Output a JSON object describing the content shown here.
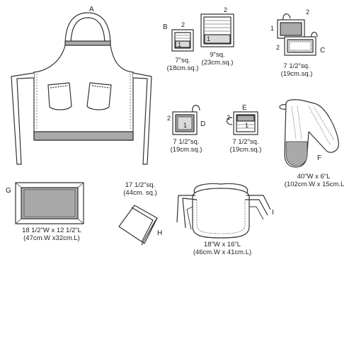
{
  "items": {
    "A": {
      "letter": "A"
    },
    "B": {
      "letter": "B",
      "piece_top": "2",
      "piece_mid": "1",
      "size_1": "7\"sq.",
      "size_2": "(18cm.sq.)"
    },
    "B2": {
      "piece_top": "2",
      "piece_mid": "1",
      "size_1": "9\"sq.",
      "size_2": "(23cm.sq.)"
    },
    "C": {
      "letter": "C",
      "piece_a": "2",
      "piece_b": "1",
      "piece_c": "2",
      "size_1": "7  1/2\"sq.",
      "size_2": "(19cm.sq.)"
    },
    "D": {
      "letter": "D",
      "piece_a": "2",
      "piece_b": "1",
      "size_1": "7  1/2\"sq.",
      "size_2": "(19cm.sq.)"
    },
    "E": {
      "letter": "E",
      "piece_a": "2",
      "piece_b": "1",
      "size_1": "7  1/2\"sq.",
      "size_2": "(19cm.sq.)"
    },
    "F": {
      "letter": "F",
      "size_1": "40\"W x 6\"L",
      "size_2": "(102cm.W x 15cm.L"
    },
    "G": {
      "letter": "G",
      "size_1": "18 1/2\"W x 12 1/2\"L",
      "size_2": "(47cm.W x32cm.L)"
    },
    "H": {
      "letter": "H",
      "size_1": "17 1/2\"sq.",
      "size_2": "(44cm. sq.)"
    },
    "I": {
      "letter": "I",
      "size_1": "18\"W x 16\"L",
      "size_2": "(46cm.W x 41cm.L)"
    }
  },
  "colors": {
    "line": "#333333",
    "fill_dark": "#a9a9a9",
    "fill_light": "#d9d9d9",
    "paper": "#ffffff"
  }
}
